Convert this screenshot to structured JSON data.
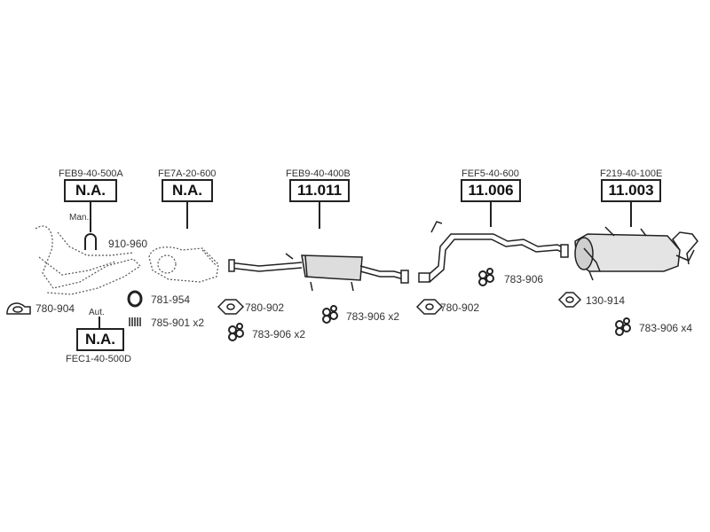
{
  "diagram": {
    "top_sections": [
      {
        "code": "FEB9-40-500A",
        "label": "N.A.",
        "note": "Man."
      },
      {
        "code": "FE7A-20-600",
        "label": "N.A."
      },
      {
        "code": "FEB9-40-400B",
        "label": "11.011"
      },
      {
        "code": "FEF5-40-600",
        "label": "11.006"
      },
      {
        "code": "F219-40-100E",
        "label": "11.003"
      }
    ],
    "auto_section": {
      "note": "Aut.",
      "label": "N.A.",
      "code": "FEC1-40-500D"
    },
    "parts": [
      {
        "icon": "u-clamp-icon",
        "ref": "910-960"
      },
      {
        "icon": "gasket-icon",
        "ref": "780-904"
      },
      {
        "icon": "sealing-ring-icon",
        "ref": "781-954"
      },
      {
        "icon": "spring-icon",
        "ref": "785-901 x2"
      },
      {
        "icon": "flange-gasket-icon",
        "ref": "780-902"
      },
      {
        "icon": "rubber-mount-icon",
        "ref": "783-906 x2"
      },
      {
        "icon": "rubber-mount-icon",
        "ref": "783-906 x2"
      },
      {
        "icon": "flange-gasket-icon",
        "ref": "780-902"
      },
      {
        "icon": "rubber-mount-icon",
        "ref": "783-906"
      },
      {
        "icon": "flange-gasket-icon",
        "ref": "130-914"
      },
      {
        "icon": "rubber-mount-icon",
        "ref": "783-906 x4"
      }
    ]
  }
}
